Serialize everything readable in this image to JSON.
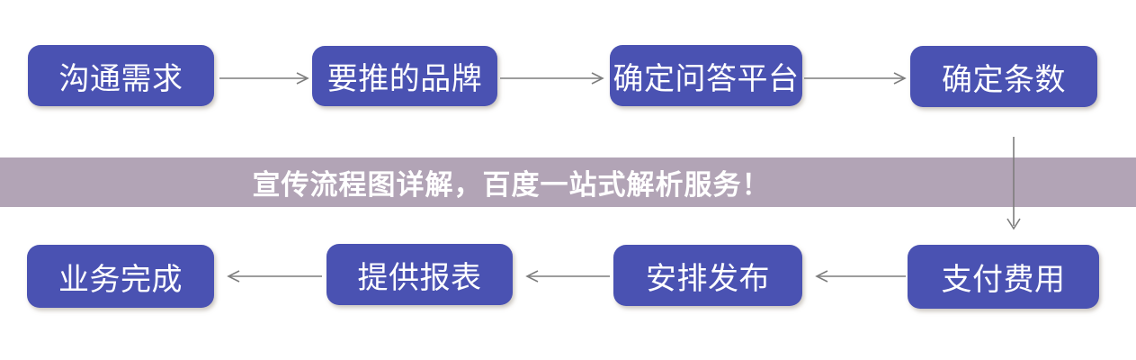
{
  "banner": {
    "text": "宣传流程图详解，百度一站式解析服务！",
    "bg_color": "#b2a4b6",
    "text_color": "#ffffff"
  },
  "flow": {
    "node_color": "#4a52b2",
    "node_text_color": "#ffffff",
    "arrow_color": "#7d7d7d",
    "top_row": [
      {
        "label": "沟通需求"
      },
      {
        "label": "要推的品牌"
      },
      {
        "label": "确定问答平台"
      },
      {
        "label": "确定条数"
      }
    ],
    "bottom_row": [
      {
        "label": "业务完成"
      },
      {
        "label": "提供报表"
      },
      {
        "label": "安排发布"
      },
      {
        "label": "支付费用"
      }
    ],
    "sequence": [
      "沟通需求",
      "要推的品牌",
      "确定问答平台",
      "确定条数",
      "支付费用",
      "安排发布",
      "提供报表",
      "业务完成"
    ]
  }
}
